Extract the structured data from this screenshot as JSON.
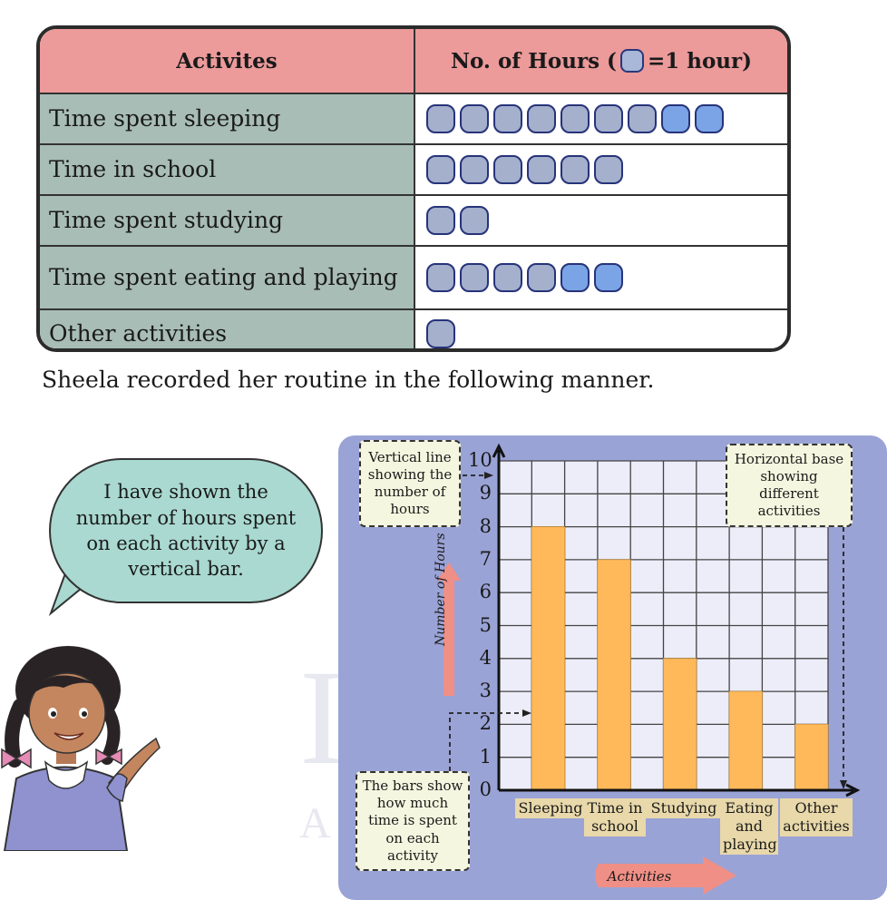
{
  "watermark": {
    "letters": "IWARI",
    "sub": "ACADEMY"
  },
  "table": {
    "col_activity": "Activites",
    "col_hours_prefix": "No. of Hours (",
    "col_hours_suffix": "=1 hour)",
    "rows": [
      {
        "activity": "Time spent sleeping",
        "hours": 9,
        "blue": [
          7,
          8
        ]
      },
      {
        "activity": "Time in school",
        "hours": 6,
        "blue": []
      },
      {
        "activity": "Time spent studying",
        "hours": 2,
        "blue": []
      },
      {
        "activity": "Time spent eating and playing",
        "hours": 6,
        "blue": [
          4,
          5
        ]
      },
      {
        "activity": "Other activities",
        "hours": 1,
        "blue": []
      }
    ]
  },
  "caption": "Sheela recorded her routine in the following manner.",
  "bubble": "I have shown the number of hours spent on each activity by a vertical bar.",
  "notes": {
    "vertical": "Vertical line showing the number of hours",
    "horizontal": "Horizontal base showing different activities",
    "bars": "The bars show how much time is spent on each activity"
  },
  "colors": {
    "bar": "#ffb95a",
    "grid_bg": "#ecedf8",
    "panel": "#9aa3d6",
    "arrow": "#ef8f86",
    "table_header": "#ec9a9a"
  },
  "chart_data": {
    "type": "bar",
    "categories": [
      "Sleeping",
      "Time in school",
      "Studying",
      "Eating and playing",
      "Other activities"
    ],
    "values": [
      8,
      7,
      4,
      3,
      2
    ],
    "title": "",
    "xlabel": "Activities",
    "ylabel": "Number of Hours",
    "ylim": [
      0,
      10
    ],
    "yticks": [
      0,
      1,
      2,
      3,
      4,
      5,
      6,
      7,
      8,
      9,
      10
    ],
    "grid": true
  }
}
